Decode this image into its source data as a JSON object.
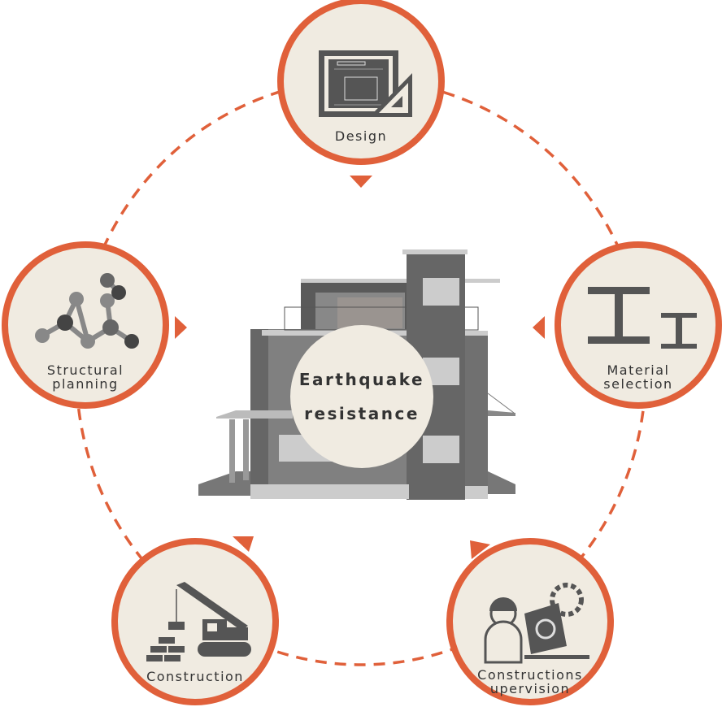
{
  "title": {
    "line1": "Earthquake",
    "line2": "resistance"
  },
  "steps": [
    {
      "label": "Design",
      "icon": "blueprint-icon"
    },
    {
      "label": "Material",
      "label2": "selection",
      "icon": "steel-beam-icon"
    },
    {
      "label": "Constructions",
      "label2": "upervision",
      "icon": "supervisor-icon"
    },
    {
      "label": "Construction",
      "icon": "crane-icon"
    },
    {
      "label": "Structural",
      "label2": "planning",
      "icon": "molecule-icon"
    }
  ],
  "colors": {
    "accent": "#e0603a",
    "fill": "#f0ebe1",
    "icon": "#555555"
  }
}
